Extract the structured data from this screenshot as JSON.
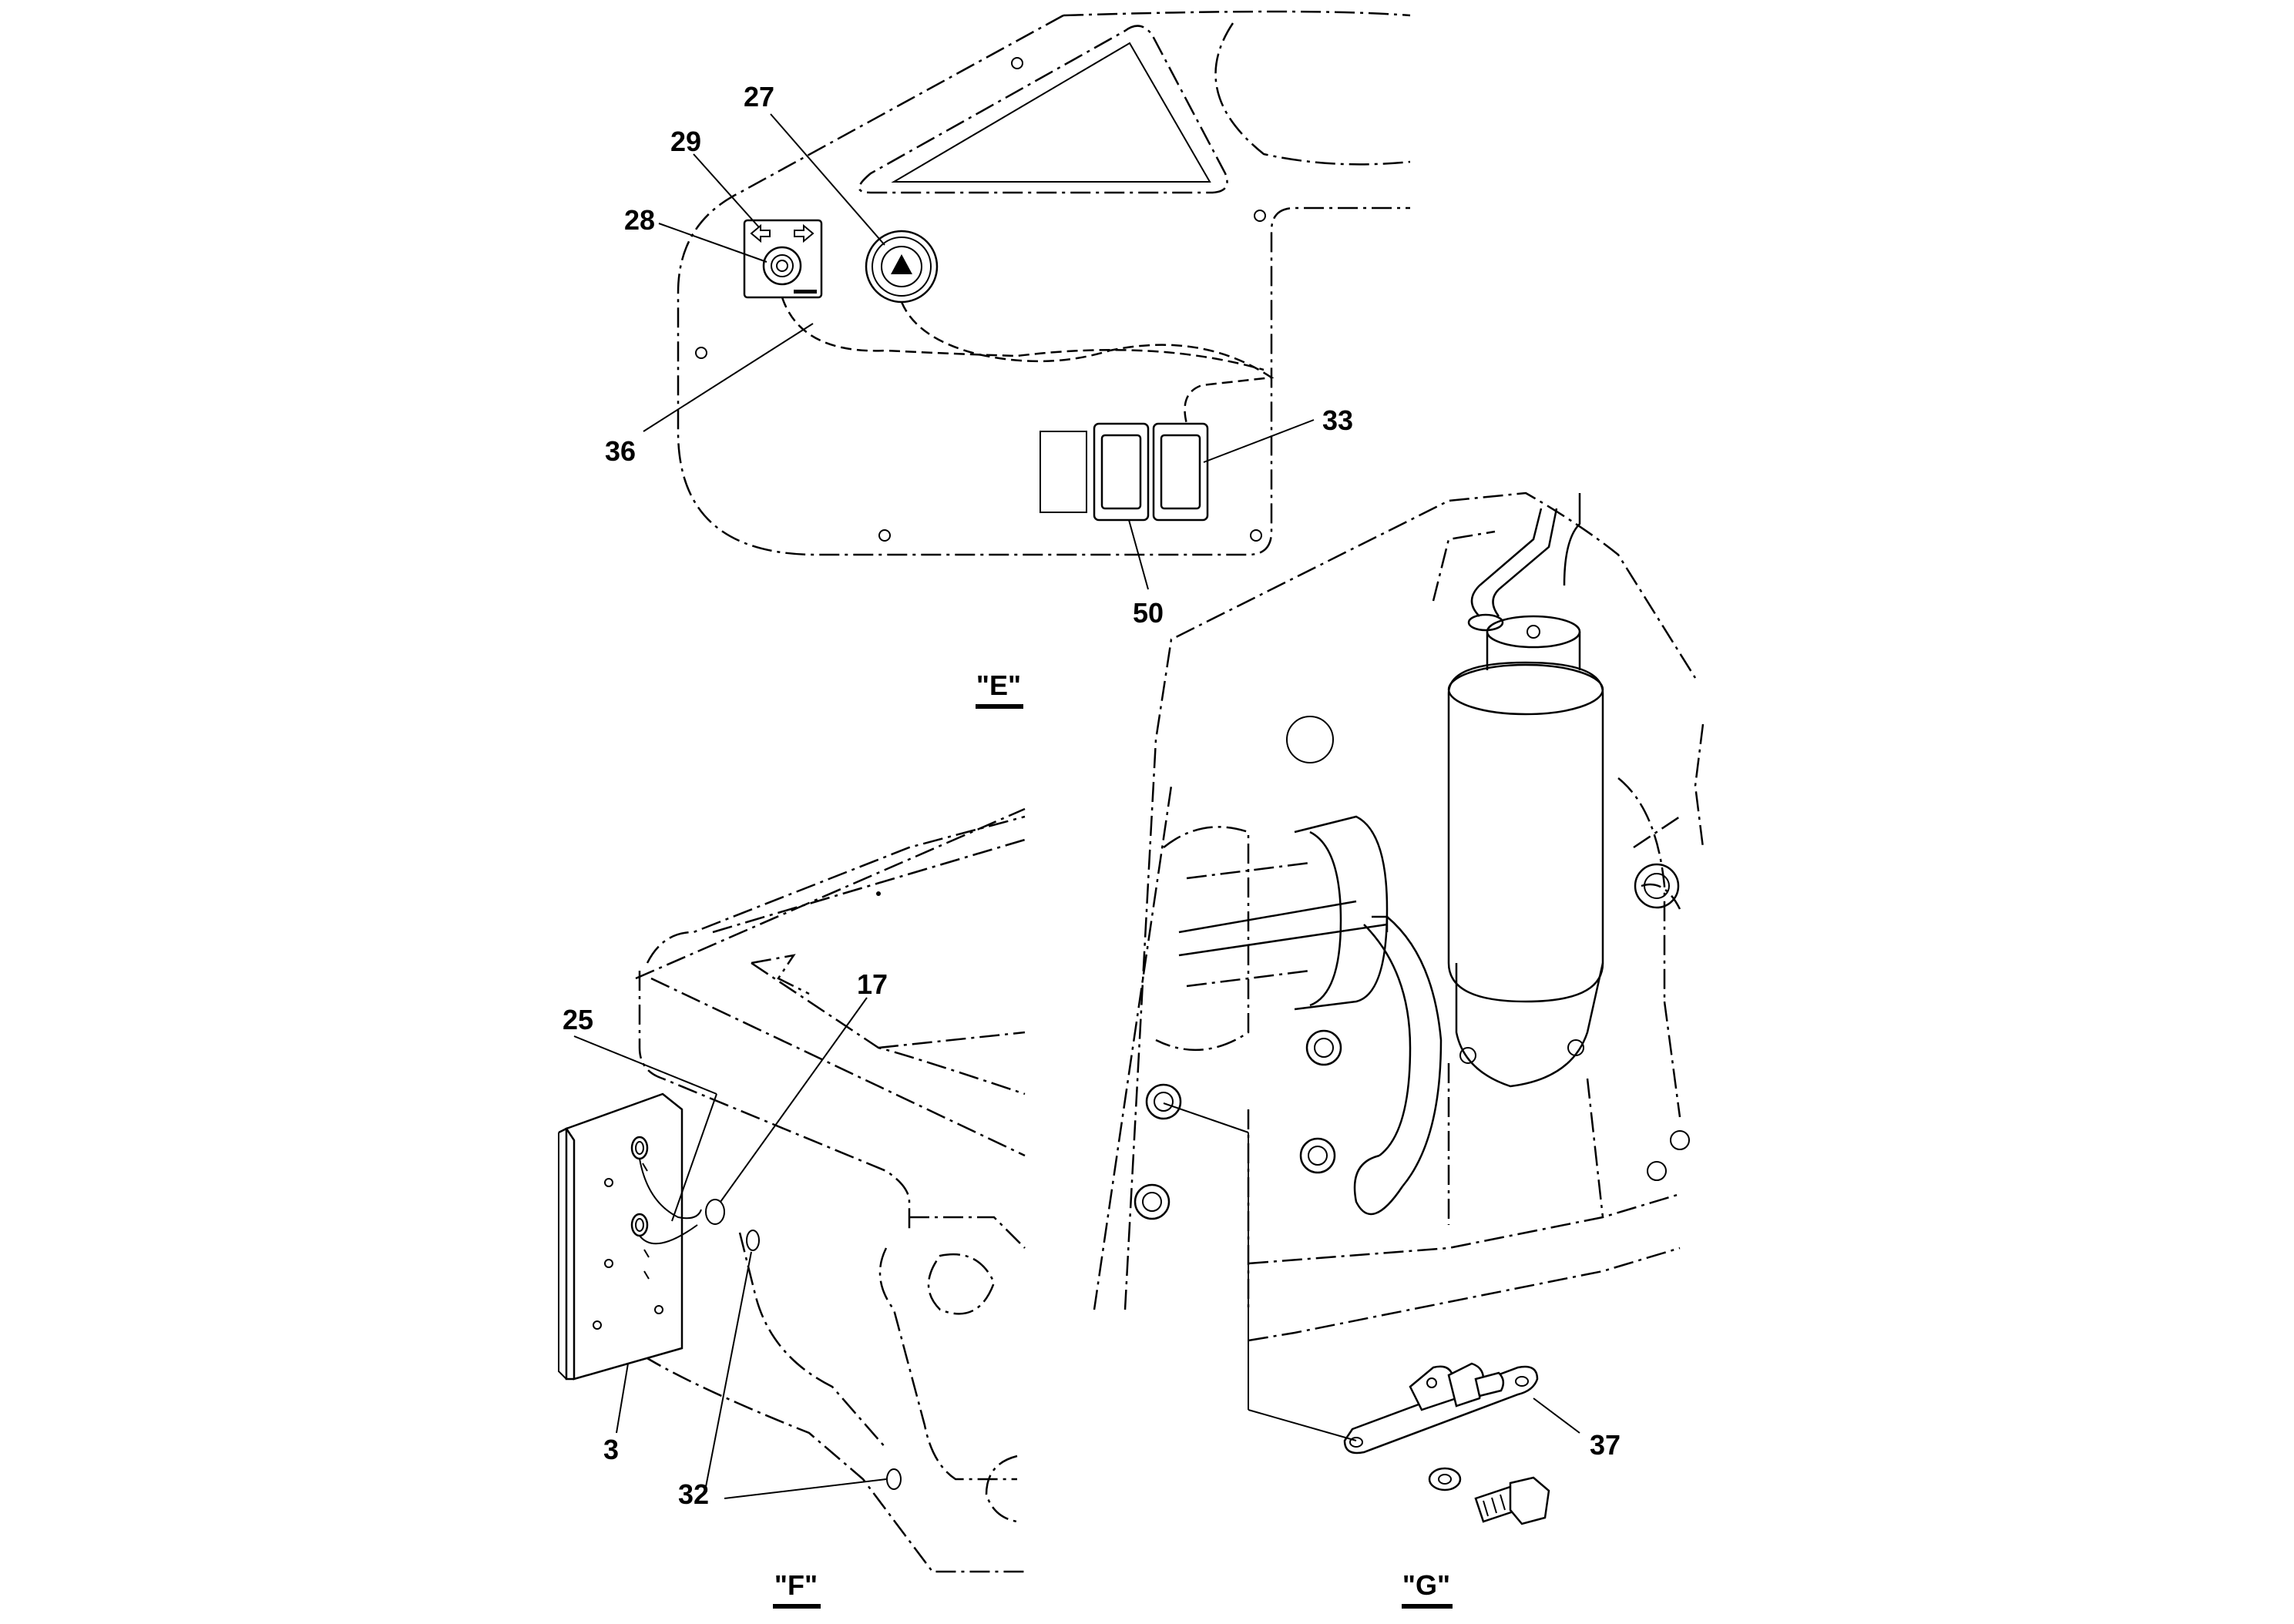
{
  "views": {
    "e": "\"E\"",
    "f": "\"F\"",
    "g": "\"G\""
  },
  "callouts": {
    "c27": "27",
    "c29": "29",
    "c28": "28",
    "c36": "36",
    "c33": "33",
    "c50": "50",
    "c17": "17",
    "c25": "25",
    "c3": "3",
    "c32": "32",
    "c37": "37"
  }
}
